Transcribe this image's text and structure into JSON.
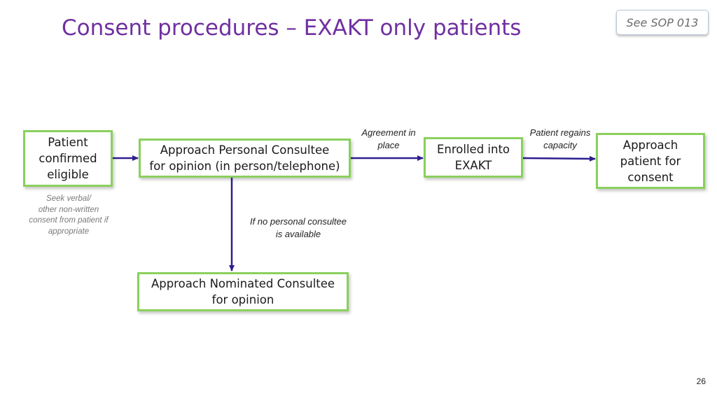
{
  "title": "Consent procedures – EXAKT only patients",
  "badge": "See SOP 013",
  "boxes": {
    "patient_eligible": "Patient\nconfirmed\neligible",
    "personal_consultee": "Approach Personal Consultee\nfor opinion (in person/telephone)",
    "enrolled": "Enrolled into\nEXAKT",
    "approach_consent": "Approach\npatient for\nconsent",
    "nominated_consultee": "Approach Nominated Consultee\nfor opinion"
  },
  "notes": {
    "verbal_consent": "Seek verbal/\nother non-written\nconsent from patient if\nappropriate",
    "agreement": "Agreement in\nplace",
    "regains_capacity": "Patient regains\ncapacity",
    "no_consultee": "If no personal consultee\nis available"
  },
  "page_number": "26",
  "colors": {
    "title": "#7030a0",
    "box_border": "#8ad05d",
    "arrow": "#2e1f8f"
  }
}
